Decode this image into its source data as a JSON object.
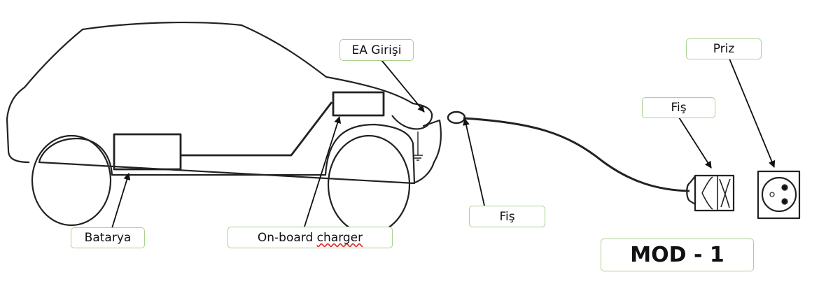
{
  "labels": {
    "ea_girisi": "EA Girişi",
    "batarya": "Batarya",
    "onboard_prefix": "On-board ",
    "onboard_word": "charger",
    "fis_car": "Fiş",
    "fis_plug": "Fiş",
    "priz": "Priz",
    "mode": "MOD - 1"
  }
}
